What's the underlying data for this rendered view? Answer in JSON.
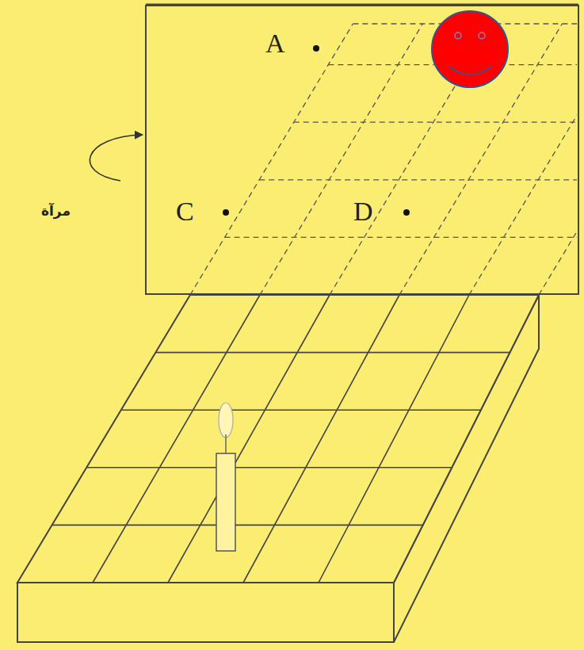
{
  "diagram": {
    "labels": [
      "A",
      "C",
      "D",
      "مرآة"
    ]
  }
}
